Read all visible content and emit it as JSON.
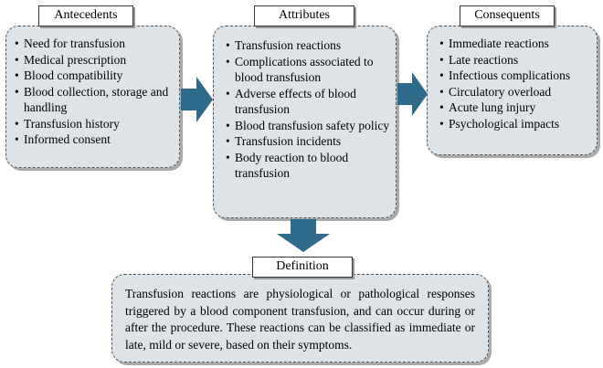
{
  "colors": {
    "box_fill": "#dde3e6",
    "arrow_fill": "#2e6b8a"
  },
  "antecedents": {
    "title": "Antecedents",
    "items": [
      "Need for transfusion",
      "Medical prescription",
      "Blood compatibility",
      "Blood collection, storage and handling",
      "Transfusion history",
      "Informed consent"
    ]
  },
  "attributes": {
    "title": "Attributes",
    "items": [
      "Transfusion reactions",
      "Complications associated to blood transfusion",
      "Adverse effects of blood transfusion",
      "Blood transfusion safety policy",
      "Transfusion incidents",
      "Body reaction to blood transfusion"
    ]
  },
  "consequents": {
    "title": "Consequents",
    "items": [
      "Immediate reactions",
      "Late reactions",
      "Infectious complications",
      "Circulatory overload",
      "Acute lung injury",
      "Psychological impacts"
    ]
  },
  "definition": {
    "title": "Definition",
    "text": "Transfusion reactions are physiological or pathological responses triggered by a blood component transfusion, and can occur during or after the procedure. These reactions can be classified as immediate or late, mild or severe, based on their symptoms."
  }
}
